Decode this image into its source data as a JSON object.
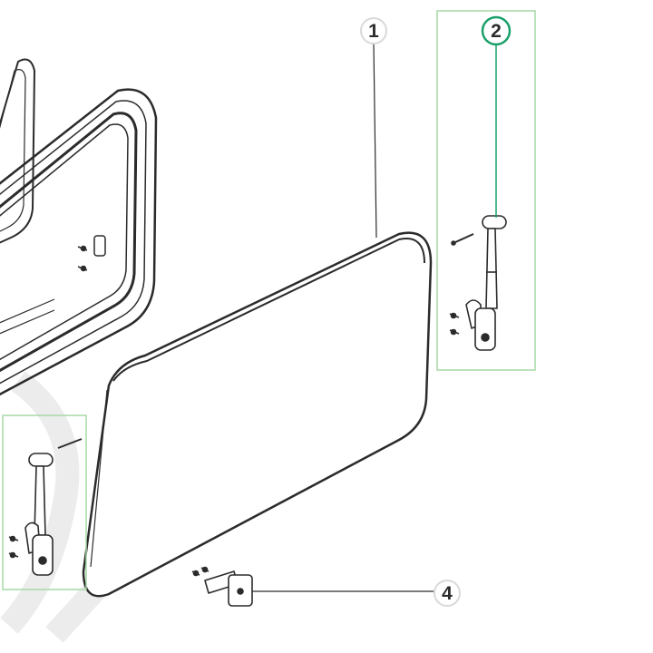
{
  "diagram": {
    "callouts": [
      {
        "id": "1",
        "label": "1",
        "selected": false
      },
      {
        "id": "2",
        "label": "2",
        "selected": true
      },
      {
        "id": "4",
        "label": "4",
        "selected": false
      }
    ],
    "colors": {
      "line": "#2b2b2b",
      "highlight_box": "#a6d8a6",
      "selected_ring": "#1aa06a",
      "selected_leader": "#1aa06a",
      "callout_ring": "#d9d9d9",
      "watermark": "#ececec"
    },
    "parts": [
      {
        "name": "window-frame",
        "icon": "frame-outline"
      },
      {
        "name": "window-pane",
        "icon": "pane-outline"
      },
      {
        "name": "stay-arm-right",
        "icon": "gas-strut"
      },
      {
        "name": "stay-arm-left",
        "icon": "gas-strut"
      },
      {
        "name": "latch-bracket",
        "icon": "bracket"
      }
    ]
  }
}
